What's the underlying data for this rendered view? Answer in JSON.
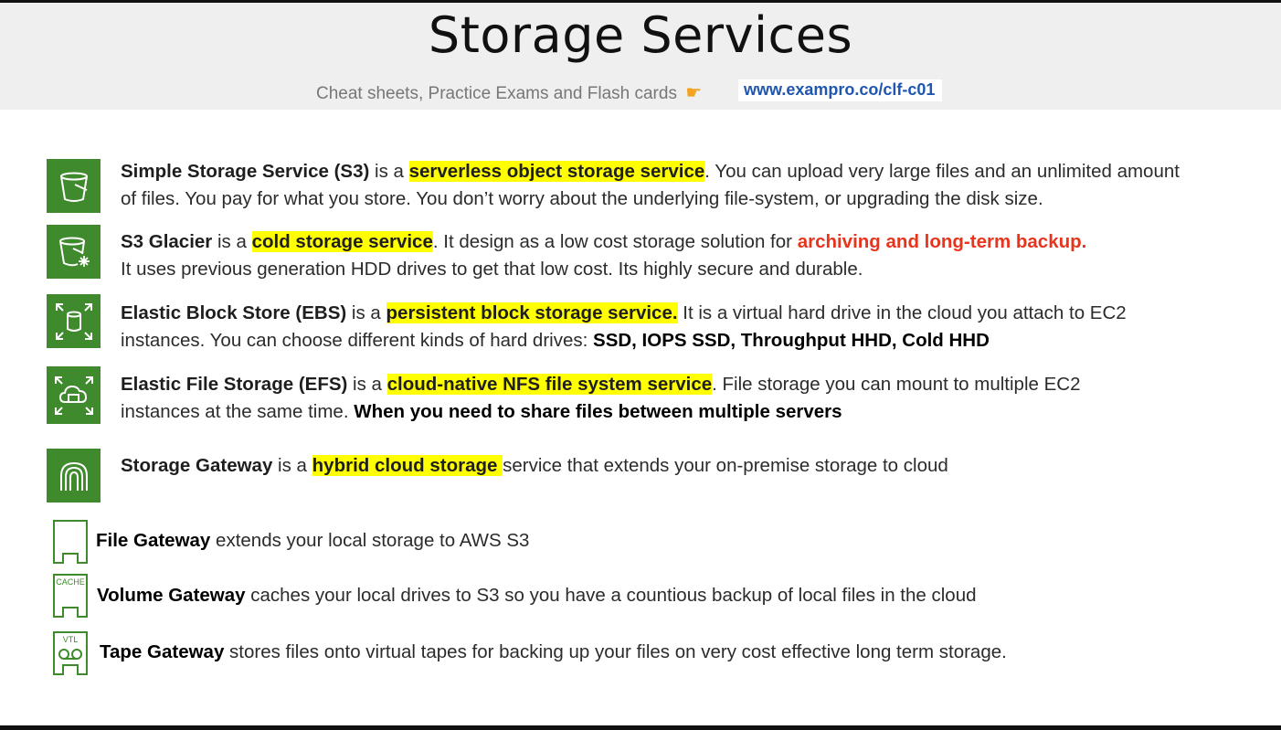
{
  "header": {
    "title": "Storage Services",
    "subtitle": "Cheat sheets, Practice Exams and Flash cards",
    "hand_icon": "pointing-hand-icon",
    "url": "www.exampro.co/clf-c01"
  },
  "services": [
    {
      "icon": "s3-bucket-icon",
      "name": "Simple Storage Service (S3)",
      "pre": " is a ",
      "highlight": "serverless object storage service",
      "line1_rest": ". You can upload very large files and an unlimited amount",
      "line2": "of files. You pay for what you store. You don’t worry about the underlying file-system, or upgrading the disk size."
    },
    {
      "icon": "glacier-bucket-icon",
      "name": "S3 Glacier",
      "pre": " is a ",
      "highlight": "cold storage service",
      "line1_mid": ". It design as a low cost storage solution for ",
      "line1_red": "archiving and long-term backup.",
      "line2": "It uses previous generation HDD drives to get that low cost. Its highly secure and durable."
    },
    {
      "icon": "ebs-volume-icon",
      "name": "Elastic Block Store (EBS)",
      "pre": " is a ",
      "highlight": "persistent block storage service.",
      "line1_rest": " It is a virtual hard drive in the cloud you attach to EC2",
      "line2": "instances. You can choose different kinds of hard drives: ",
      "line2_bold": "SSD, IOPS SSD, Throughput HHD, Cold HHD"
    },
    {
      "icon": "efs-filesystem-icon",
      "name": "Elastic File Storage (EFS)",
      "pre": " is a ",
      "highlight": "cloud-native NFS file system service",
      "line1_rest": ".  File storage you can mount to multiple EC2",
      "line2": "instances at the same time.  ",
      "line2_bold": "When you need to share files between multiple servers"
    },
    {
      "icon": "storage-gateway-icon",
      "name": "Storage Gateway",
      "pre": " is a ",
      "highlight": "hybrid cloud storage ",
      "line1_rest": " service that extends your on-premise storage to cloud"
    }
  ],
  "gateways": [
    {
      "icon": "file-gateway-icon",
      "name": "File Gateway",
      "desc": " extends your local storage to AWS S3"
    },
    {
      "icon": "volume-gateway-icon",
      "icon_label": "CACHE",
      "name": "Volume Gateway",
      "desc": " caches your local drives to S3 so you have a countious backup of local files in the cloud"
    },
    {
      "icon": "tape-gateway-icon",
      "icon_label": "VTL",
      "name": "Tape Gateway",
      "desc": " stores files onto virtual tapes for backing up your files on very cost effective long term storage."
    }
  ],
  "colors": {
    "icon_green": "#3f8a2c",
    "highlight": "#ffff00",
    "red": "#e8341c",
    "link": "#1f57b0"
  }
}
